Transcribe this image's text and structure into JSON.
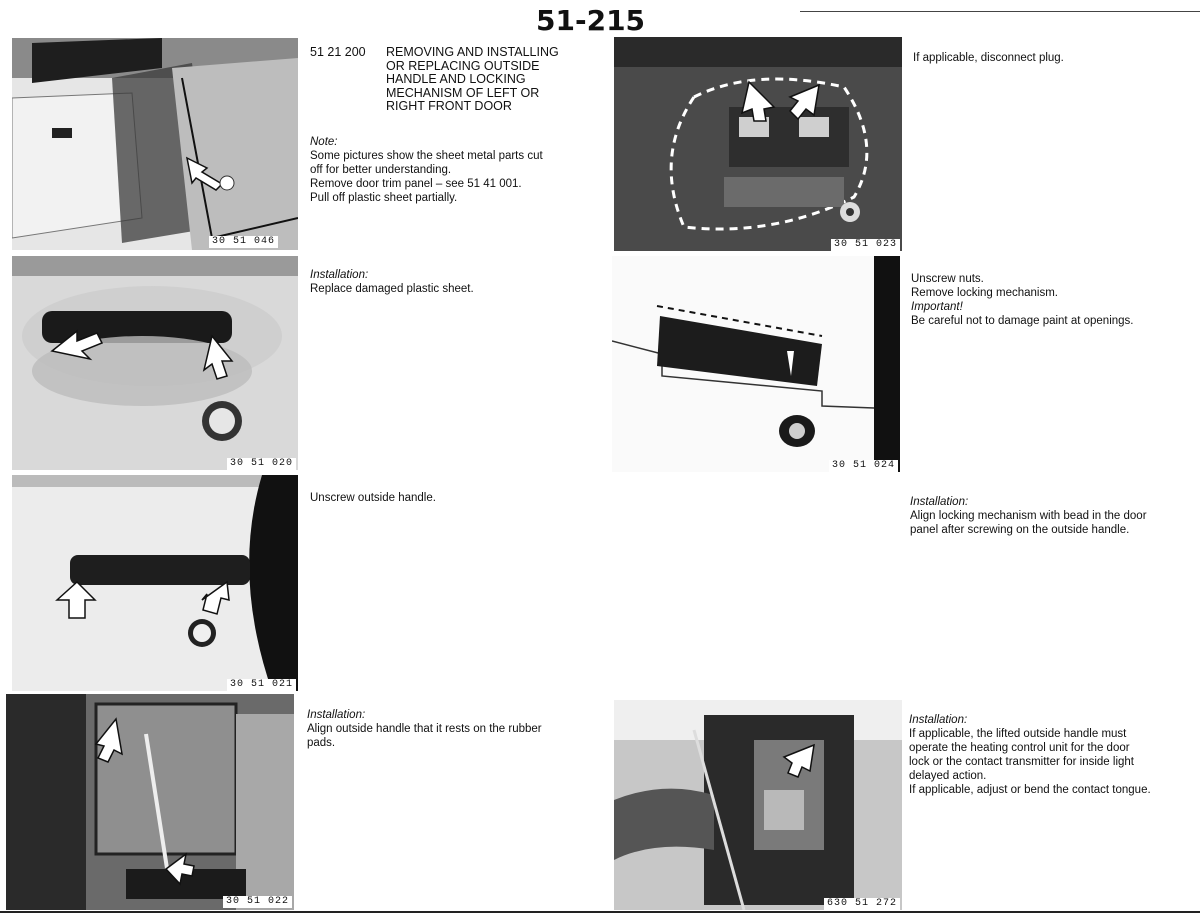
{
  "page_number": "51-215",
  "photos": {
    "p1": "30 51 046",
    "p2": "30 51 020",
    "p3": "30 51 021",
    "p4": "30 51 022",
    "p5": "30 51 023",
    "p6": "30 51 024",
    "p7": "630 51 272"
  },
  "heading": {
    "code": "51 21 200",
    "title_lines": [
      "REMOVING AND INSTALLING",
      "OR REPLACING OUTSIDE",
      "HANDLE AND LOCKING",
      "MECHANISM OF LEFT OR",
      "RIGHT FRONT DOOR"
    ]
  },
  "blocks": {
    "b1": {
      "note_label": "Note:",
      "lines": [
        "Some pictures show the sheet metal parts cut",
        "off for better understanding.",
        "Remove door trim panel – see 51 41 001.",
        "Pull off plastic sheet partially."
      ]
    },
    "b2": {
      "label": "Installation:",
      "lines": [
        "Replace damaged plastic sheet."
      ]
    },
    "b3": {
      "lines": [
        "Unscrew outside handle."
      ]
    },
    "b4": {
      "label": "Installation:",
      "lines": [
        "Align outside handle that it rests on the rubber",
        "pads."
      ]
    },
    "b5": {
      "lines": [
        "If applicable, disconnect plug."
      ]
    },
    "b6": {
      "lines_before": [
        "Unscrew nuts.",
        "Remove locking mechanism."
      ],
      "important_label": "Important!",
      "lines_after": [
        "Be careful not to damage paint at openings."
      ]
    },
    "b7": {
      "label": "Installation:",
      "lines": [
        "Align locking mechanism with bead in the door",
        "panel after screwing on the outside handle."
      ]
    },
    "b8": {
      "label": "Installation:",
      "lines": [
        "If applicable, the lifted outside handle must",
        "operate the heating control unit for the door",
        "lock or the contact transmitter for inside light",
        "delayed action.",
        "If applicable, adjust or bend the contact tongue."
      ]
    }
  }
}
